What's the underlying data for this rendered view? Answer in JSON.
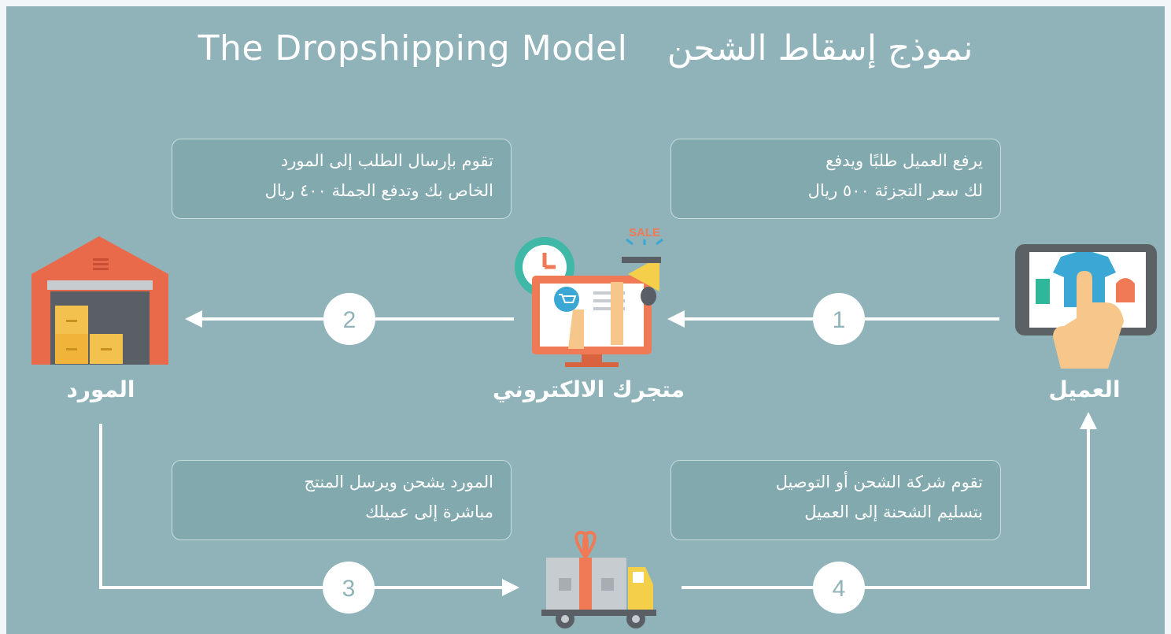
{
  "title": {
    "english": "The Dropshipping Model",
    "arabic": "نموذج إسقاط الشحن"
  },
  "nodes": {
    "customer": "العميل",
    "store": "متجرك الالكتروني",
    "supplier": "المورد"
  },
  "steps": [
    {
      "number": "1",
      "lines": [
        "يرفع العميل طلبًا ويدفع",
        "لك سعر التجزئة ٥٠٠ ريال"
      ]
    },
    {
      "number": "2",
      "lines": [
        "تقوم بإرسال الطلب إلى المورد",
        "الخاص بك وتدفع الجملة ٤٠٠ ريال"
      ]
    },
    {
      "number": "3",
      "lines": [
        "المورد يشحن ويرسل المنتج",
        "مباشرة إلى عميلك"
      ]
    },
    {
      "number": "4",
      "lines": [
        "تقوم شركة الشحن أو التوصيل",
        "بتسليم الشحنة إلى العميل"
      ]
    }
  ],
  "sale_badge": "SALE",
  "colors": {
    "background": "#8fb3b9",
    "arrow": "#ffffff",
    "warehouse": "#e96a4a",
    "box": "#f2c14e",
    "truck": "#f4d04a",
    "monitor": "#ef7a55",
    "tablet": "#5c6166",
    "shirt": "#3aa7d4"
  }
}
